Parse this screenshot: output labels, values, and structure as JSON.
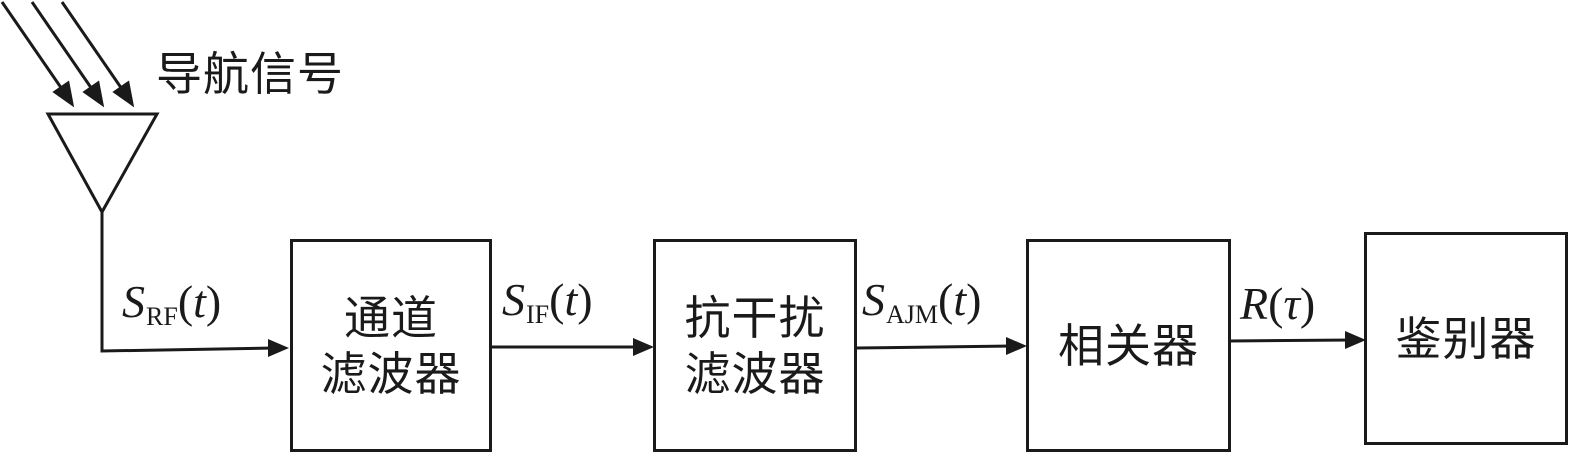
{
  "antenna": {
    "label": "导航信号"
  },
  "blocks": [
    {
      "line1": "通道",
      "line2": "滤波器"
    },
    {
      "line1": "抗干扰",
      "line2": "滤波器"
    },
    {
      "line1": "相关器"
    },
    {
      "line1": "鉴别器"
    }
  ],
  "signals": [
    {
      "main": "S",
      "sub": "RF",
      "pre": "(",
      "arg": "t",
      "post": ")"
    },
    {
      "main": "S",
      "sub": "IF",
      "pre": "(",
      "arg": "t",
      "post": ")"
    },
    {
      "main": "S",
      "sub": "AJM",
      "pre": "(",
      "arg": "t",
      "post": ")"
    },
    {
      "main": "R",
      "sub": "",
      "pre": "(",
      "arg": "τ",
      "post": ")"
    }
  ],
  "colors": {
    "stroke": "#1a1a1a",
    "background": "#ffffff"
  }
}
